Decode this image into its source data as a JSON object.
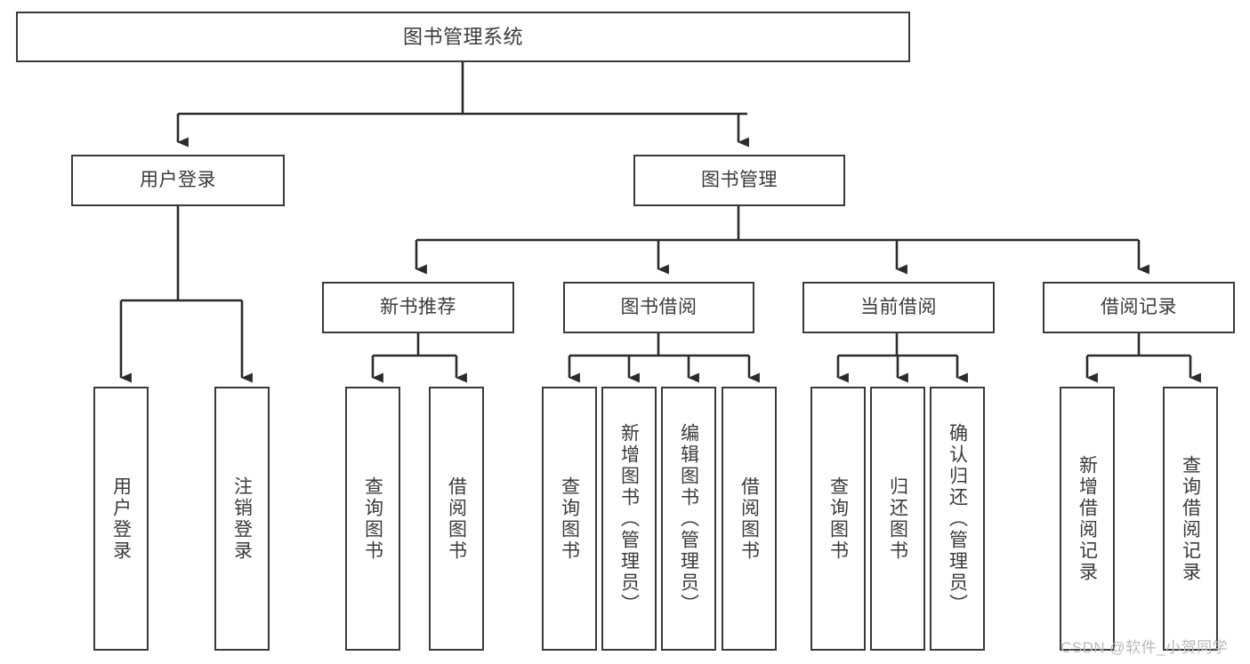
{
  "diagram": {
    "title": "图书管理系统",
    "type": "tree-hierarchy",
    "colors": {
      "node_border": "#3a3a3a",
      "node_fill": "#ffffff",
      "text": "#3b3b3b",
      "edge": "#2b2b2b",
      "watermark": "#b9b9b9",
      "background": "#ffffff"
    },
    "root": {
      "label": "图书管理系统"
    },
    "level1": [
      {
        "label": "用户登录"
      },
      {
        "label": "图书管理"
      }
    ],
    "level2": [
      {
        "label": "新书推荐"
      },
      {
        "label": "图书借阅"
      },
      {
        "label": "当前借阅"
      },
      {
        "label": "借阅记录"
      }
    ],
    "leaves_user_login": [
      {
        "label": "用户登录"
      },
      {
        "label": "注销登录"
      }
    ],
    "leaves_new_book": [
      {
        "label": "查询图书"
      },
      {
        "label": "借阅图书"
      }
    ],
    "leaves_borrow": [
      {
        "label": "查询图书"
      },
      {
        "label": "新增图书（管理员）"
      },
      {
        "label": "编辑图书（管理员）"
      },
      {
        "label": "借阅图书"
      }
    ],
    "leaves_current": [
      {
        "label": "查询图书"
      },
      {
        "label": "归还图书"
      },
      {
        "label": "确认归还（管理员）"
      }
    ],
    "leaves_records": [
      {
        "label": "新增借阅记录"
      },
      {
        "label": "查询借阅记录"
      }
    ]
  },
  "watermark": {
    "text": "CSDN @软件_小贺同学"
  }
}
